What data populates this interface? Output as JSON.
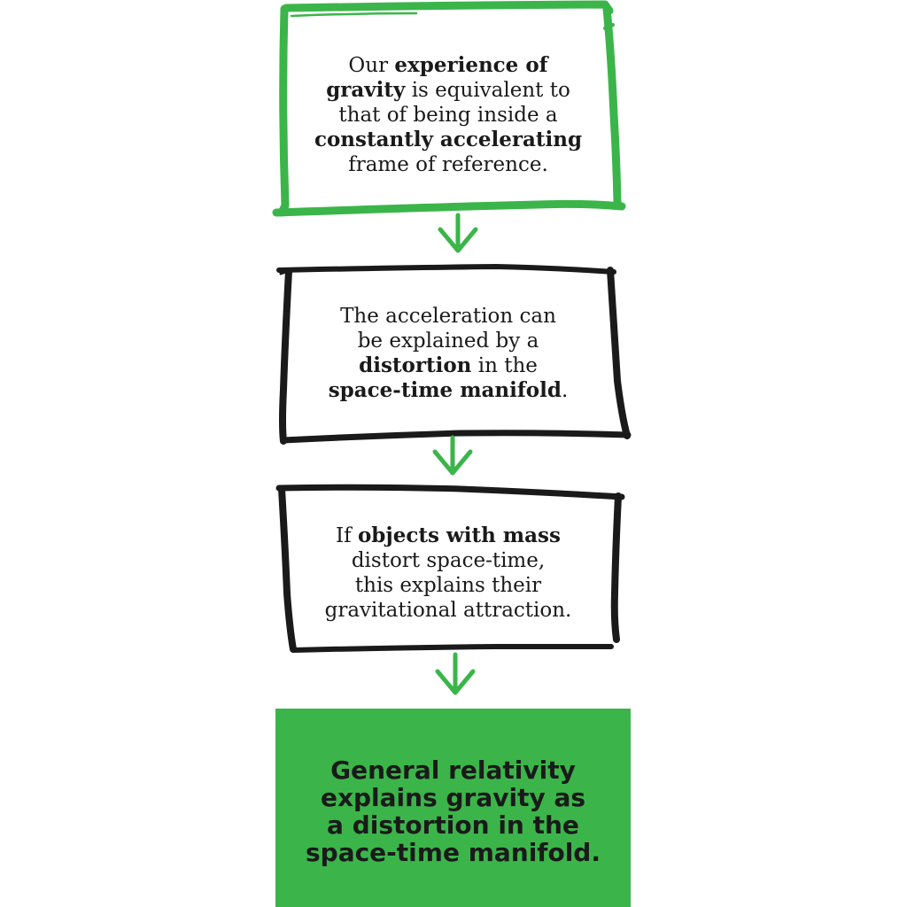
{
  "colors": {
    "green": "#3bb54a",
    "ink": "#1a1a1a",
    "background": "#ffffff"
  },
  "boxes": [
    {
      "style": "green-outline",
      "lines": [
        [
          {
            "t": "Our "
          },
          {
            "t": "experience of",
            "b": true
          }
        ],
        [
          {
            "t": "gravity",
            "b": true
          },
          {
            "t": " is equivalent to"
          }
        ],
        [
          {
            "t": "that of being inside a"
          }
        ],
        [
          {
            "t": "constantly accelerating",
            "b": true
          }
        ],
        [
          {
            "t": "frame of reference."
          }
        ]
      ]
    },
    {
      "style": "black-outline",
      "lines": [
        [
          {
            "t": "The acceleration can"
          }
        ],
        [
          {
            "t": "be explained by a"
          }
        ],
        [
          {
            "t": "distortion",
            "b": true
          },
          {
            "t": " in the"
          }
        ],
        [
          {
            "t": "space-time manifold",
            "b": true
          },
          {
            "t": "."
          }
        ]
      ]
    },
    {
      "style": "black-outline",
      "lines": [
        [
          {
            "t": "If "
          },
          {
            "t": "objects with mass",
            "b": true
          }
        ],
        [
          {
            "t": "distort space-time,"
          }
        ],
        [
          {
            "t": "this explains their"
          }
        ],
        [
          {
            "t": "gravitational attraction."
          }
        ]
      ]
    }
  ],
  "conclusion": {
    "style": "green-fill",
    "lines": [
      "General relativity",
      "explains gravity as",
      "a distortion in the",
      "space-time manifold."
    ]
  }
}
